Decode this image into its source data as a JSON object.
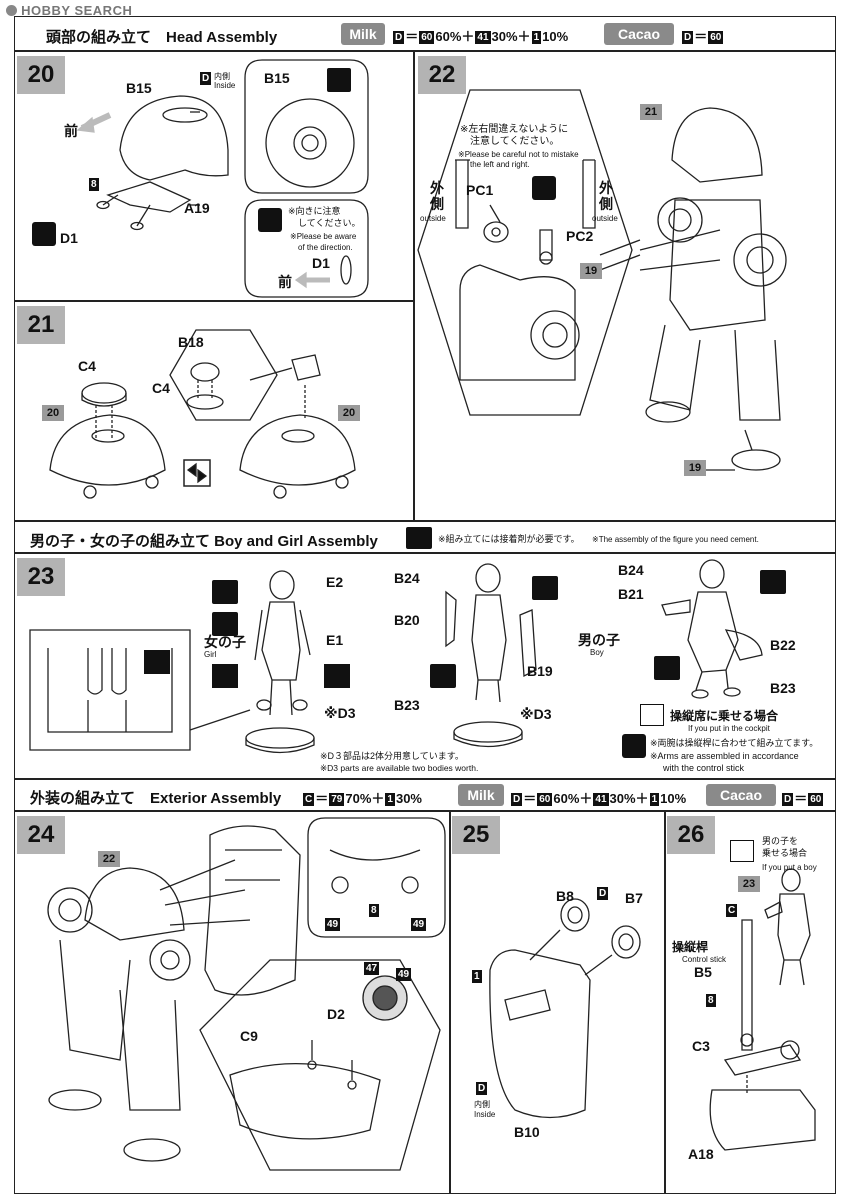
{
  "watermark": "HOBBY SEARCH",
  "head": {
    "title": "頭部の組み立て　Head Assembly",
    "milk_label": "Milk",
    "milk_formula": [
      "D",
      "＝",
      "60",
      "60%＋",
      "41",
      "30%＋",
      "1",
      "10%"
    ],
    "cacao_label": "Cacao",
    "cacao_formula": [
      "D",
      "＝",
      "60"
    ]
  },
  "step20": {
    "num": "20",
    "b15": "B15",
    "d_inside": "D",
    "d_inside_jp": "内側",
    "d_inside_en": "Inside",
    "front": "前",
    "ref8": "8",
    "a19": "A19",
    "d1": "D1",
    "detail_b15": "B15",
    "note_jp1": "※向きに注意",
    "note_jp2": "してください。",
    "note_en1": "※Please be aware",
    "note_en2": "of the direction.",
    "detail_d1": "D1",
    "detail_front": "前"
  },
  "step21": {
    "num": "21",
    "c4": "C4",
    "b18": "B18",
    "c4b": "C4",
    "ref20a": "20",
    "ref20b": "20"
  },
  "step22": {
    "num": "22",
    "note_jp1": "※左右間違えないように",
    "note_jp2": "注意してください。",
    "note_en1": "※Please be careful not to mistake",
    "note_en2": "the left and right.",
    "outside_jp_l": "外側",
    "outside_en_l": "outside",
    "pc1": "PC1",
    "pc2": "PC2",
    "outside_jp_r": "外側",
    "outside_en_r": "outside",
    "ref19a": "19",
    "ref21": "21",
    "ref19b": "19"
  },
  "boygirl": {
    "title": "男の子・女の子の組み立て Boy and Girl Assembly",
    "note_jp": "※組み立てには接着剤が必要です。",
    "note_en": "※The assembly of the figure you need cement."
  },
  "step23": {
    "num": "23",
    "e2": "E2",
    "e1": "E1",
    "girl_jp": "女の子",
    "girl_en": "Girl",
    "d3a": "※D3",
    "b24": "B24",
    "b20": "B20",
    "b19": "B19",
    "b23": "B23",
    "d3b": "※D3",
    "boy_jp": "男の子",
    "boy_en": "Boy",
    "b24b": "B24",
    "b21": "B21",
    "b22": "B22",
    "b23b": "B23",
    "cockpit_jp": "操縦席に乗せる場合",
    "cockpit_en": "If you put in the cockpit",
    "arms_jp": "※両腕は操縦桿に合わせて組み立てます。",
    "arms_en1": "※Arms are assembled in accordance",
    "arms_en2": "with the control stick",
    "d3_note_jp": "※D３部品は2体分用意しています。",
    "d3_note_en": "※D3 parts are available two bodies worth."
  },
  "exterior": {
    "title": "外装の組み立て　Exterior Assembly",
    "c_formula": [
      "C",
      "＝",
      "79",
      "70%＋",
      "1",
      "30%"
    ],
    "milk_label": "Milk",
    "milk_formula": [
      "D",
      "＝",
      "60",
      "60%＋",
      "41",
      "30%＋",
      "1",
      "10%"
    ],
    "cacao_label": "Cacao",
    "cacao_formula": [
      "D",
      "＝",
      "60"
    ]
  },
  "step24": {
    "num": "24",
    "ref22": "22",
    "ref8": "8",
    "ref49a": "49",
    "ref49b": "49",
    "ref47": "47",
    "ref49c": "49",
    "c9": "C9",
    "d2": "D2"
  },
  "step25": {
    "num": "25",
    "b8": "B8",
    "d": "D",
    "b7": "B7",
    "ref1": "1",
    "d_inside": "D",
    "inside_jp": "内側",
    "inside_en": "Inside",
    "b10": "B10"
  },
  "step26": {
    "num": "26",
    "boy_jp1": "男の子を",
    "boy_jp2": "乗せる場合",
    "boy_en": "If you put a boy",
    "ref23": "23",
    "c": "C",
    "stick_jp": "操縦桿",
    "stick_en": "Control stick",
    "b5": "B5",
    "ref8": "8",
    "c3": "C3",
    "a18": "A18"
  }
}
